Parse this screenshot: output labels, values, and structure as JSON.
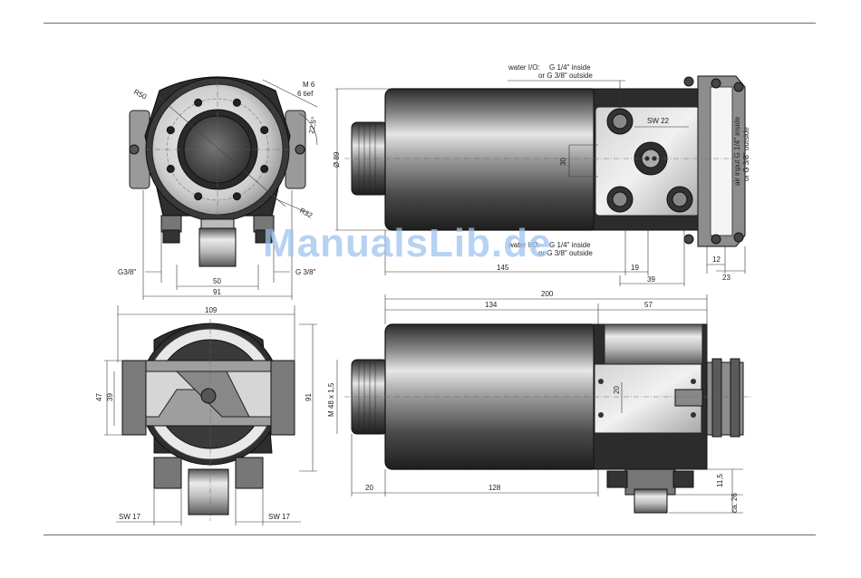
{
  "watermark": "ManualsLib.de",
  "view_top_right": {
    "water_io_label": "water I/O:",
    "water_inside": "G 1/4\"  inside",
    "water_outside": "or  G 3/8\" outside",
    "air_input_inside": "air input  G 1/4\"  inside",
    "air_input_outside": "or  G 3/8\" outside",
    "sw": "SW 22",
    "dim_30": "30",
    "dim_dia89": "Ø 89",
    "dim_145": "145",
    "dim_19": "19",
    "dim_39": "39",
    "dim_12": "12",
    "dim_23": "23",
    "water_io_lower": "water I/O:",
    "water_lower_inside": "G 1/4\"  inside",
    "water_lower_outside": "or  G 3/8\" outside"
  },
  "view_top_left": {
    "r50": "R50",
    "m6": "M 6",
    "depth": "6 tief",
    "angle": "22,5°",
    "r32": "R32",
    "g38_left": "G3/8\"",
    "g38_right": "G 3/8\"",
    "dim_50": "50",
    "dim_91": "91"
  },
  "view_bottom_left": {
    "dim_109": "109",
    "dim_47": "47",
    "dim_39": "39",
    "dim_91": "91",
    "sw17_left": "SW 17",
    "sw17_right": "SW 17"
  },
  "view_bottom_right": {
    "dim_200": "200",
    "dim_134": "134",
    "dim_57": "57",
    "dim_20": "20",
    "thread": "M 48 x 1,5",
    "dim_20b": "20",
    "dim_128": "128",
    "dim_11_5": "11,5",
    "dim_ca26": "ca. 26"
  },
  "colors": {
    "body_dark": "#2a2a2a",
    "steel_light": "#d9d9d9",
    "watermark": "#9fc3ee"
  }
}
